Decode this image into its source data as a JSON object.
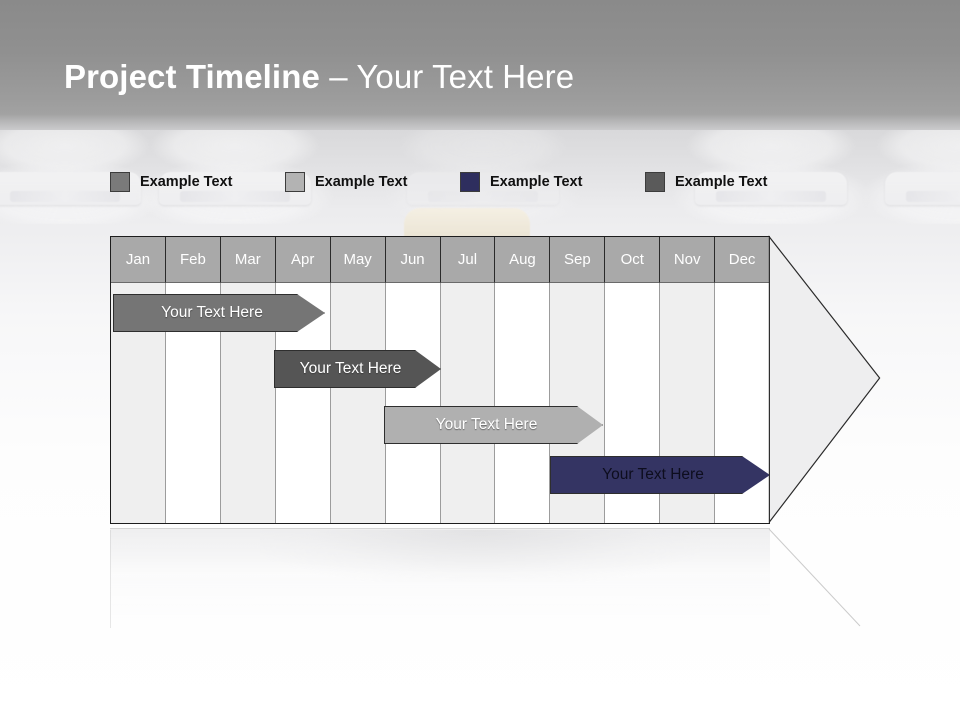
{
  "slide": {
    "title_strong": "Project Timeline",
    "title_light": " – Your Text Here"
  },
  "legend": {
    "items": [
      {
        "label": "Example Text",
        "color": "#7a7a7a"
      },
      {
        "label": "Example Text",
        "color": "#b3b3b3"
      },
      {
        "label": "Example Text",
        "color": "#2e2e5e"
      },
      {
        "label": "Example Text",
        "color": "#5a5a5a"
      }
    ]
  },
  "chart_data": {
    "type": "bar",
    "title": "Project Timeline",
    "categories": [
      "Jan",
      "Feb",
      "Mar",
      "Apr",
      "May",
      "Jun",
      "Jul",
      "Aug",
      "Sep",
      "Oct",
      "Nov",
      "Dec"
    ],
    "xlabel": "",
    "ylabel": "",
    "grid": true,
    "legend_position": "top",
    "series": [
      {
        "name": "Your  Text Here",
        "label": "Your  Text Here",
        "start_month": "Jan",
        "end_month": "Apr",
        "start_index": 0,
        "end_index": 4,
        "color": "#757575"
      },
      {
        "name": "Your  Text Here",
        "label": "Your  Text Here",
        "start_month": "Apr",
        "end_month": "Jun",
        "start_index": 3,
        "end_index": 6,
        "color": "#555555"
      },
      {
        "name": "Your  Text Here",
        "label": "Your  Text Here",
        "start_month": "Jun",
        "end_month": "Sep",
        "start_index": 5,
        "end_index": 9,
        "color": "#b0b0b0"
      },
      {
        "name": "Your  Text Here",
        "label": "Your  Text Here",
        "start_month": "Sep",
        "end_month": "Dec",
        "start_index": 8,
        "end_index": 12,
        "color": "#343463"
      }
    ]
  },
  "colors": {
    "header_band": "#909090",
    "month_header": "#a9a9a9",
    "column_shade": "#efefef",
    "accent_navy": "#343463",
    "outline": "#1d1d1d"
  }
}
